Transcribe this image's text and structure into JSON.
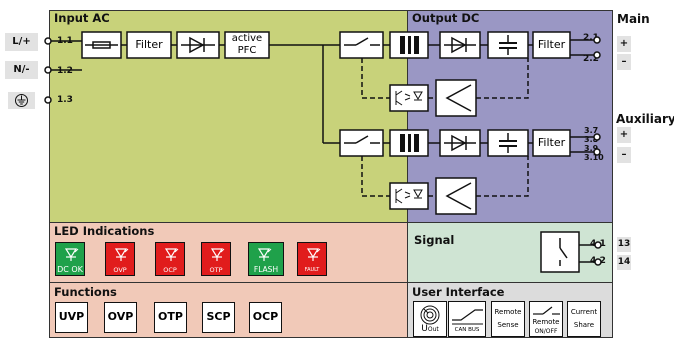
{
  "colors": {
    "input_bg": "#c8d27a",
    "output_bg": "#9a97c4",
    "led_bg": "#f1c9b8",
    "signal_bg": "#cfe4d3",
    "functions_bg": "#f1c9b8",
    "ui_bg": "#dcdcdc",
    "led_green": "#1fa14a",
    "led_red": "#e11c1c"
  },
  "sections": {
    "input": "Input AC",
    "output": "Output DC",
    "main": "Main",
    "auxiliary": "Auxiliary",
    "led": "LED Indications",
    "signal": "Signal",
    "functions": "Functions",
    "user_interface": "User Interface"
  },
  "input_labels": [
    {
      "name": "L/+",
      "terminal": "1.1"
    },
    {
      "name": "N/-",
      "terminal": "1.2"
    },
    {
      "name": "ground-symbol",
      "terminal": "1.3"
    }
  ],
  "blocks": {
    "filter": "Filter",
    "pfc_line1": "active",
    "pfc_line2": "PFC",
    "out_filter": "Filter",
    "aux_filter": "Filter"
  },
  "main_terminals": [
    "2.1",
    "2.2"
  ],
  "main_polarity": [
    "+",
    "–"
  ],
  "aux_terminals": [
    "3.7",
    "3.8",
    "3.9",
    "3.10"
  ],
  "aux_polarity": [
    "+",
    "–"
  ],
  "leds": [
    {
      "label": "DC OK",
      "color": "green"
    },
    {
      "label": "OVP",
      "color": "red"
    },
    {
      "label": "OCP",
      "color": "red"
    },
    {
      "label": "OTP",
      "color": "red"
    },
    {
      "label": "FLASH",
      "color": "green"
    },
    {
      "label": "FAULT",
      "color": "red"
    }
  ],
  "signal_terminals": [
    "4.1",
    "4.2"
  ],
  "signal_pins": [
    "13",
    "14"
  ],
  "functions": [
    "UVP",
    "OVP",
    "OTP",
    "SCP",
    "OCP"
  ],
  "user_interface": {
    "uout_main": "U",
    "uout_sub": "Out",
    "canbus": "CAN BUS",
    "remote_sense_1": "Remote",
    "remote_sense_2": "Sense",
    "remote_onoff_1": "Remote",
    "remote_onoff_2": "ON/OFF",
    "current_share_1": "Current",
    "current_share_2": "Share"
  }
}
